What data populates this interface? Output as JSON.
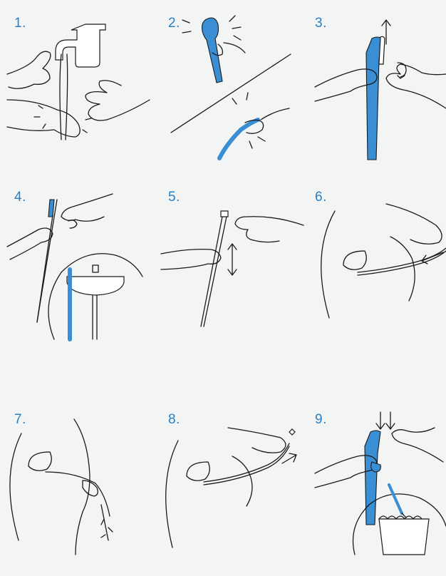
{
  "steps": [
    {
      "number": "1.",
      "icon": "hand-washing-icon"
    },
    {
      "number": "2.",
      "icon": "catheter-package-icon"
    },
    {
      "number": "3.",
      "icon": "open-package-icon"
    },
    {
      "number": "4.",
      "icon": "hang-package-icon"
    },
    {
      "number": "5.",
      "icon": "prepare-catheter-icon"
    },
    {
      "number": "6.",
      "icon": "insert-catheter-icon"
    },
    {
      "number": "7.",
      "icon": "drain-urine-icon"
    },
    {
      "number": "8.",
      "icon": "remove-catheter-icon"
    },
    {
      "number": "9.",
      "icon": "dispose-catheter-icon"
    }
  ],
  "colors": {
    "accent": "#2a7fc1",
    "catheter_blue": "#3a8ed3",
    "background": "#f3f4f4",
    "line": "#1a1a1a"
  }
}
